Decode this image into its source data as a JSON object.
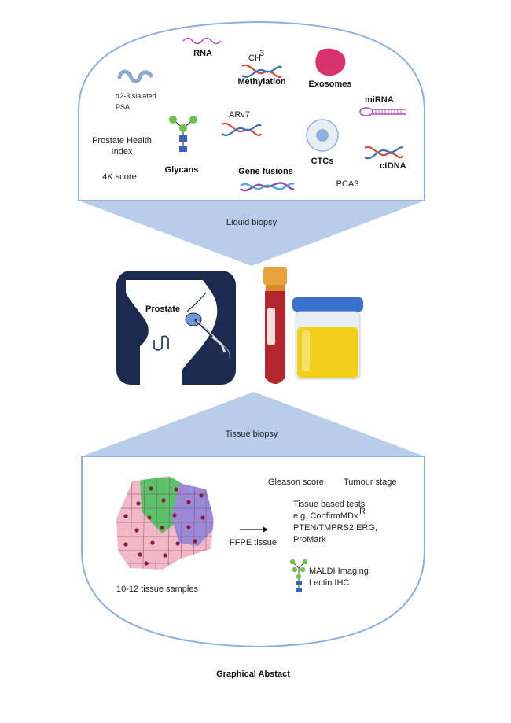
{
  "liquid": {
    "band_label": "Liquid biopsy",
    "items": {
      "rna": "RNA",
      "ch3": "CH",
      "ch3_sup": "3",
      "methylation": "Methylation",
      "exosomes": "Exosomes",
      "psa_line1": "α2-3 sialated",
      "psa_line2": "PSA",
      "mirna": "miRNA",
      "arv7": "ARv7",
      "phi_line1": "Prostate Health",
      "phi_line2": "Index",
      "glycans": "Glycans",
      "ctcs": "CTCs",
      "ctdna": "ctDNA",
      "k4score": "4K score",
      "gene_fusions": "Gene fusions",
      "pca3": "PCA3"
    }
  },
  "center": {
    "prostate_label": "Prostate"
  },
  "tissue": {
    "band_label": "Tissue biopsy",
    "items": {
      "gleason": "Gleason score",
      "tumour_stage": "Tumour stage",
      "tissue_tests_1": "Tissue based tests",
      "tissue_tests_2": "e.g. ConfirmMDx",
      "tissue_tests_2_sup": "R",
      "tissue_tests_3": "PTEN/TMPRS2:ERG,",
      "tissue_tests_4": "ProMark",
      "ffpe": "FFPE tissue",
      "maldi": "MALDI Imaging",
      "lectin": "Lectin IHC",
      "samples": "10-12 tissue samples"
    }
  },
  "footer": {
    "title": "Graphical Abstact"
  },
  "colors": {
    "outline": "#8fb0dc",
    "band_fill": "#b8cdea",
    "navy": "#1b2a4e",
    "exosome": "#d6336c",
    "glycan_green": "#6cc24a",
    "glycan_blue": "#3a63b8",
    "tube_red": "#b3262e",
    "cap_orange": "#e9a23b",
    "urine_yellow": "#f2cf1a",
    "jar_blue": "#3a72c9",
    "dna_red": "#d94b3f",
    "dna_blue": "#3a6fb5",
    "dna_purple": "#8b4fa3",
    "tissue_pink": "#f2b8c8",
    "tissue_green": "#5cc26a",
    "tissue_purple": "#9b8ad8",
    "nucleus": "#8a1a3a"
  }
}
